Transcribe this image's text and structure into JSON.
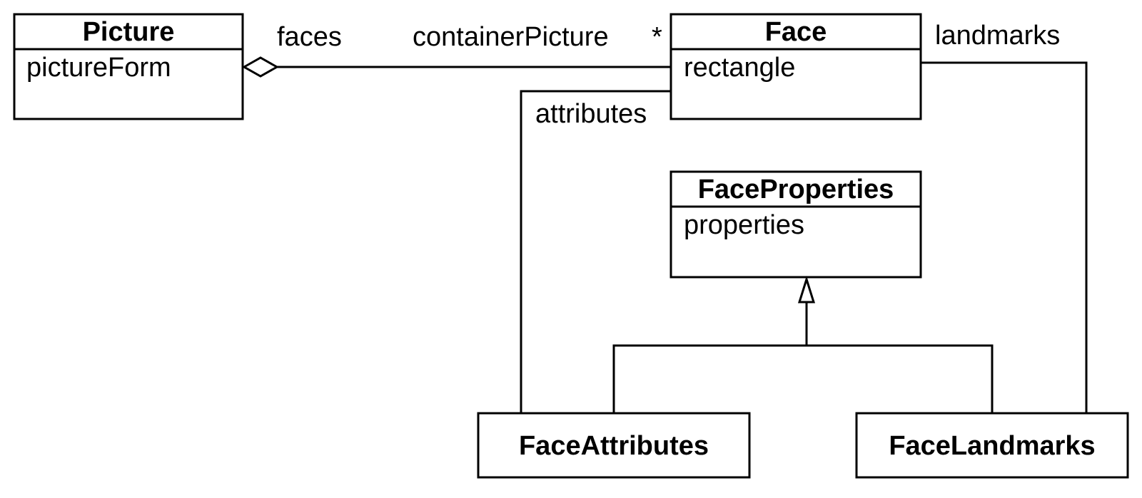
{
  "classes": {
    "picture": {
      "name": "Picture",
      "attributes": [
        "pictureForm"
      ]
    },
    "face": {
      "name": "Face",
      "attributes": [
        "rectangle"
      ]
    },
    "face_properties": {
      "name": "FaceProperties",
      "attributes": [
        "properties"
      ]
    },
    "face_attributes": {
      "name": "FaceAttributes"
    },
    "face_landmarks": {
      "name": "FaceLandmarks"
    }
  },
  "relations": {
    "picture_face": {
      "kind": "aggregation",
      "source_role": "faces",
      "target_role": "containerPicture",
      "target_multiplicity": "*"
    },
    "face_attributes": {
      "kind": "association",
      "role": "attributes"
    },
    "face_landmarks": {
      "kind": "association",
      "role": "landmarks"
    },
    "properties_generalization": {
      "kind": "generalization"
    }
  },
  "colors": {
    "stroke": "#000000",
    "fill": "#ffffff"
  }
}
